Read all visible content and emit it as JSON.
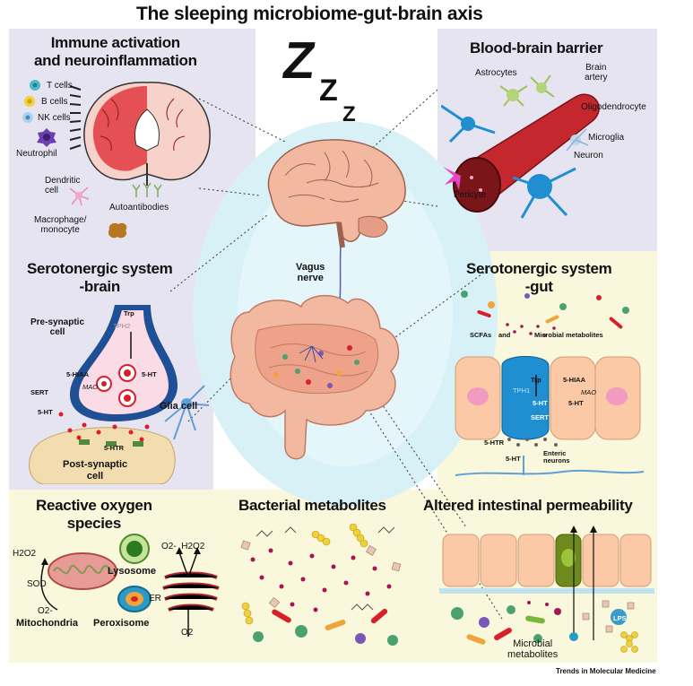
{
  "title": "The sleeping microbiome-gut-brain axis",
  "sleep_symbol": [
    "Z",
    "Z",
    "Z"
  ],
  "center": {
    "vagus_nerve": "Vagus\nnerve"
  },
  "immune": {
    "heading": "Immune activation\nand neuroinflammation",
    "cells": [
      "T cells",
      "B cells",
      "NK cells",
      "Neutrophil",
      "Dendritic\ncell",
      "Macrophage/\nmonocyte"
    ],
    "autoantibodies": "Autoantibodies"
  },
  "bbb": {
    "heading": "Blood-brain barrier",
    "labels": [
      "Astrocytes",
      "Brain\nartery",
      "Oligodendrocyte",
      "Microglia",
      "Neuron",
      "Pericyte"
    ]
  },
  "sero_brain": {
    "heading": "Serotonergic system\n-brain",
    "presynaptic": "Pre-synaptic\ncell",
    "postsynaptic": "Post-synaptic\ncell",
    "glia": "Glia cell",
    "molecules": [
      "Trp",
      "TPH2",
      "5-HIAA",
      "5-HT",
      "MAO",
      "SERT",
      "5-HT",
      "5-HTR"
    ]
  },
  "sero_gut": {
    "heading": "Serotonergic system\n-gut",
    "scfas": "SCFAs",
    "and": "and",
    "microbial": "Microbial metabolites",
    "molecules": [
      "Trp",
      "TPH1",
      "5-HIAA",
      "MAO",
      "5-HT",
      "5-HT",
      "SERT",
      "5-HTR",
      "5-HT"
    ],
    "enteric": "Enteric\nneurons"
  },
  "ros": {
    "heading": "Reactive oxygen\nspecies",
    "h2o2": "H2O2",
    "sod": "SOD",
    "o2minus": "O2-",
    "mitochondria": "Mitochondria",
    "lysosome": "Lysosome",
    "peroxisome": "Peroxisome",
    "er": "ER",
    "er_top": "O2-  H2O2",
    "er_bottom": "O2"
  },
  "bacterial": {
    "heading": "Bacterial metabolites"
  },
  "permeability": {
    "heading": "Altered intestinal permeability",
    "lps": "LPS",
    "microbial": "Microbial\nmetabolites"
  },
  "footer": "Trends in Molecular Medicine",
  "colors": {
    "lavender_panel": "#e7e4f1",
    "cream_panel": "#f9f7dc",
    "center_glow": "#d7f1f7",
    "flesh": "#f2b9a0",
    "brain_red": "#d8202b",
    "neuron_blue": "#1f8fd1"
  }
}
